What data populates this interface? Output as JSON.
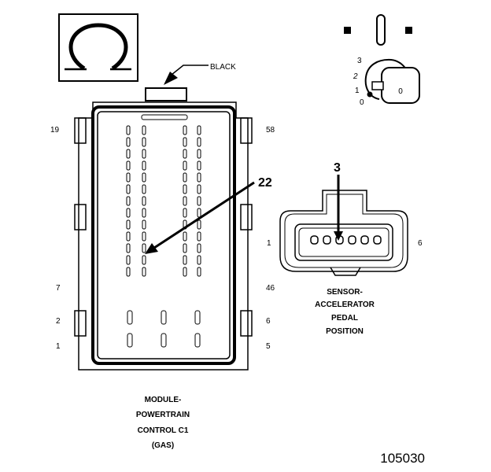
{
  "meter_symbol_icon": "ohm-symbol-icon",
  "ignition_switch": {
    "positions": [
      "3",
      "2",
      "1",
      "0"
    ],
    "key_label": "0"
  },
  "ecm_connector": {
    "color_label": "BLACK",
    "pin_labels": {
      "top_left": "19",
      "top_right": "58",
      "mid_left": "7",
      "mid_right": "46",
      "power_top_left": "2",
      "power_top_right": "6",
      "power_bottom_left": "1",
      "power_bottom_right": "5"
    },
    "callout": "22",
    "name_lines": [
      "MODULE-",
      "POWERTRAIN",
      "CONTROL C1",
      "(GAS)"
    ]
  },
  "app_sensor": {
    "callout": "3",
    "pin_first": "1",
    "pin_last": "6",
    "name_lines": [
      "SENSOR-",
      "ACCELERATOR",
      "PEDAL",
      "POSITION"
    ]
  },
  "figure_id": "105030"
}
